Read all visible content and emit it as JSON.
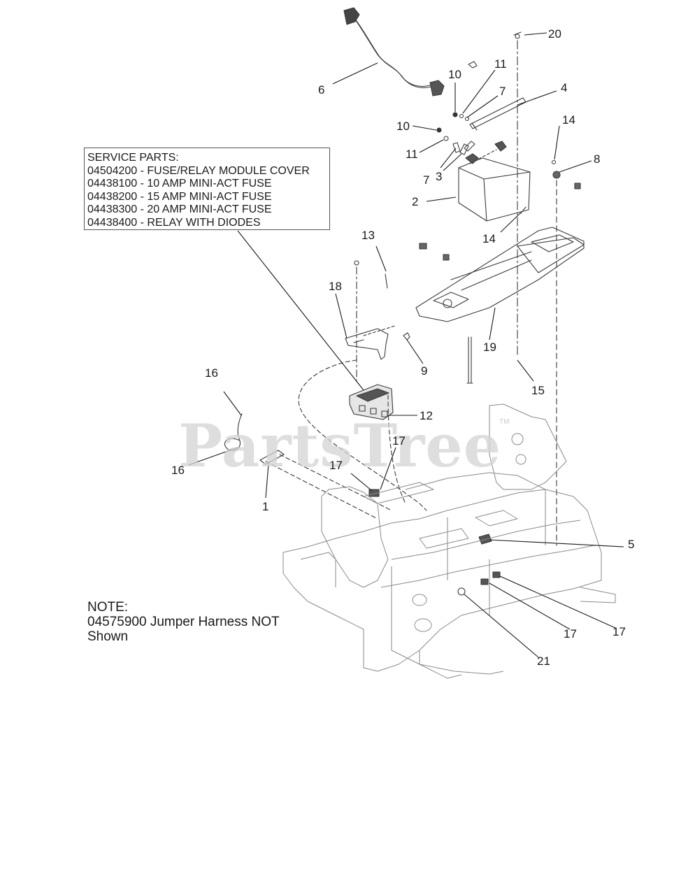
{
  "service_parts": {
    "heading": "SERVICE PARTS:",
    "items": [
      "04504200 - FUSE/RELAY MODULE COVER",
      "04438100 - 10 AMP MINI-ACT FUSE",
      "04438200 - 15 AMP MINI-ACT FUSE",
      "04438300 - 20 AMP MINI-ACT FUSE",
      "04438400 - RELAY WITH DIODES"
    ]
  },
  "note": {
    "heading": "NOTE:",
    "line1": "04575900 Jumper Harness NOT",
    "line2": "Shown"
  },
  "watermark": {
    "text": "PartsTree",
    "tm": "TM"
  },
  "callouts": {
    "c20": "20",
    "c6": "6",
    "c10a": "10",
    "c11a": "11",
    "c7a": "7",
    "c4": "4",
    "c10b": "10",
    "c14a": "14",
    "c11b": "11",
    "c8": "8",
    "c7b": "7",
    "c3": "3",
    "c2": "2",
    "c14b": "14",
    "c13": "13",
    "c18": "18",
    "c19": "19",
    "c9": "9",
    "c15": "15",
    "c16a": "16",
    "c12": "12",
    "c17a": "17",
    "c17b": "17",
    "c16b": "16",
    "c1": "1",
    "c5": "5",
    "c17c": "17",
    "c17d": "17",
    "c21": "21"
  },
  "colors": {
    "line": "#3a3a3a",
    "frame": "#888888",
    "watermark": "#d4d4d4"
  }
}
